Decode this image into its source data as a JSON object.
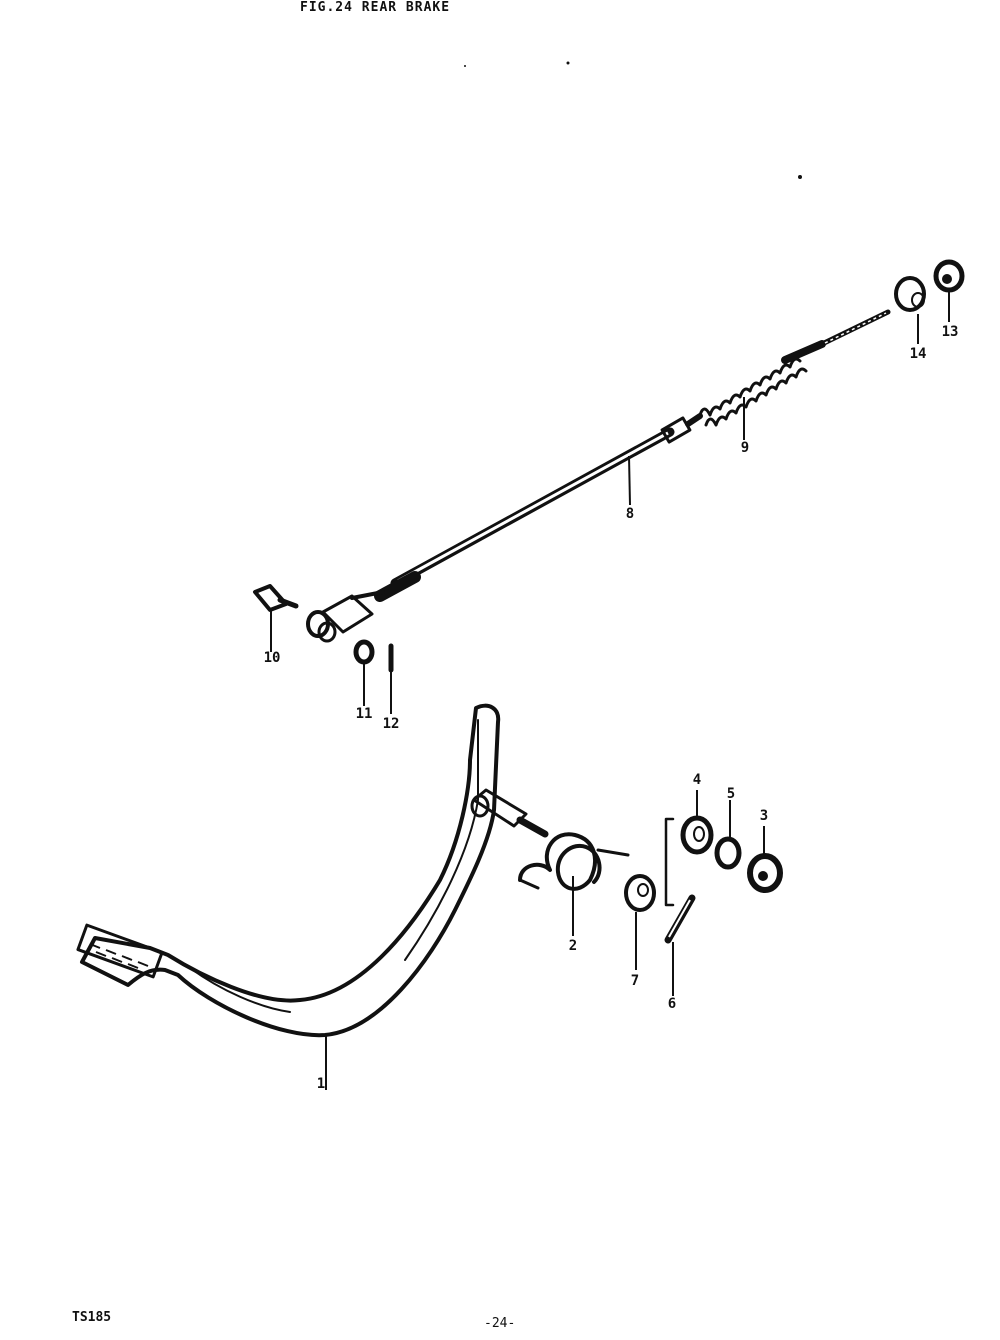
{
  "figure": {
    "title": "FIG.24  REAR BRAKE",
    "model": "TS185",
    "page_number": "-24-"
  },
  "parts": [
    {
      "callout": "1",
      "part": "brake pedal"
    },
    {
      "callout": "2",
      "part": "return spring"
    },
    {
      "callout": "3",
      "part": "nut"
    },
    {
      "callout": "4",
      "part": "washer"
    },
    {
      "callout": "5",
      "part": "lock washer"
    },
    {
      "callout": "6",
      "part": "cotter pin"
    },
    {
      "callout": "7",
      "part": "washer"
    },
    {
      "callout": "8",
      "part": "brake rod"
    },
    {
      "callout": "9",
      "part": "spring"
    },
    {
      "callout": "10",
      "part": "joint pin"
    },
    {
      "callout": "11",
      "part": "washer"
    },
    {
      "callout": "12",
      "part": "cotter pin"
    },
    {
      "callout": "13",
      "part": "nut"
    },
    {
      "callout": "14",
      "part": "joint"
    }
  ]
}
